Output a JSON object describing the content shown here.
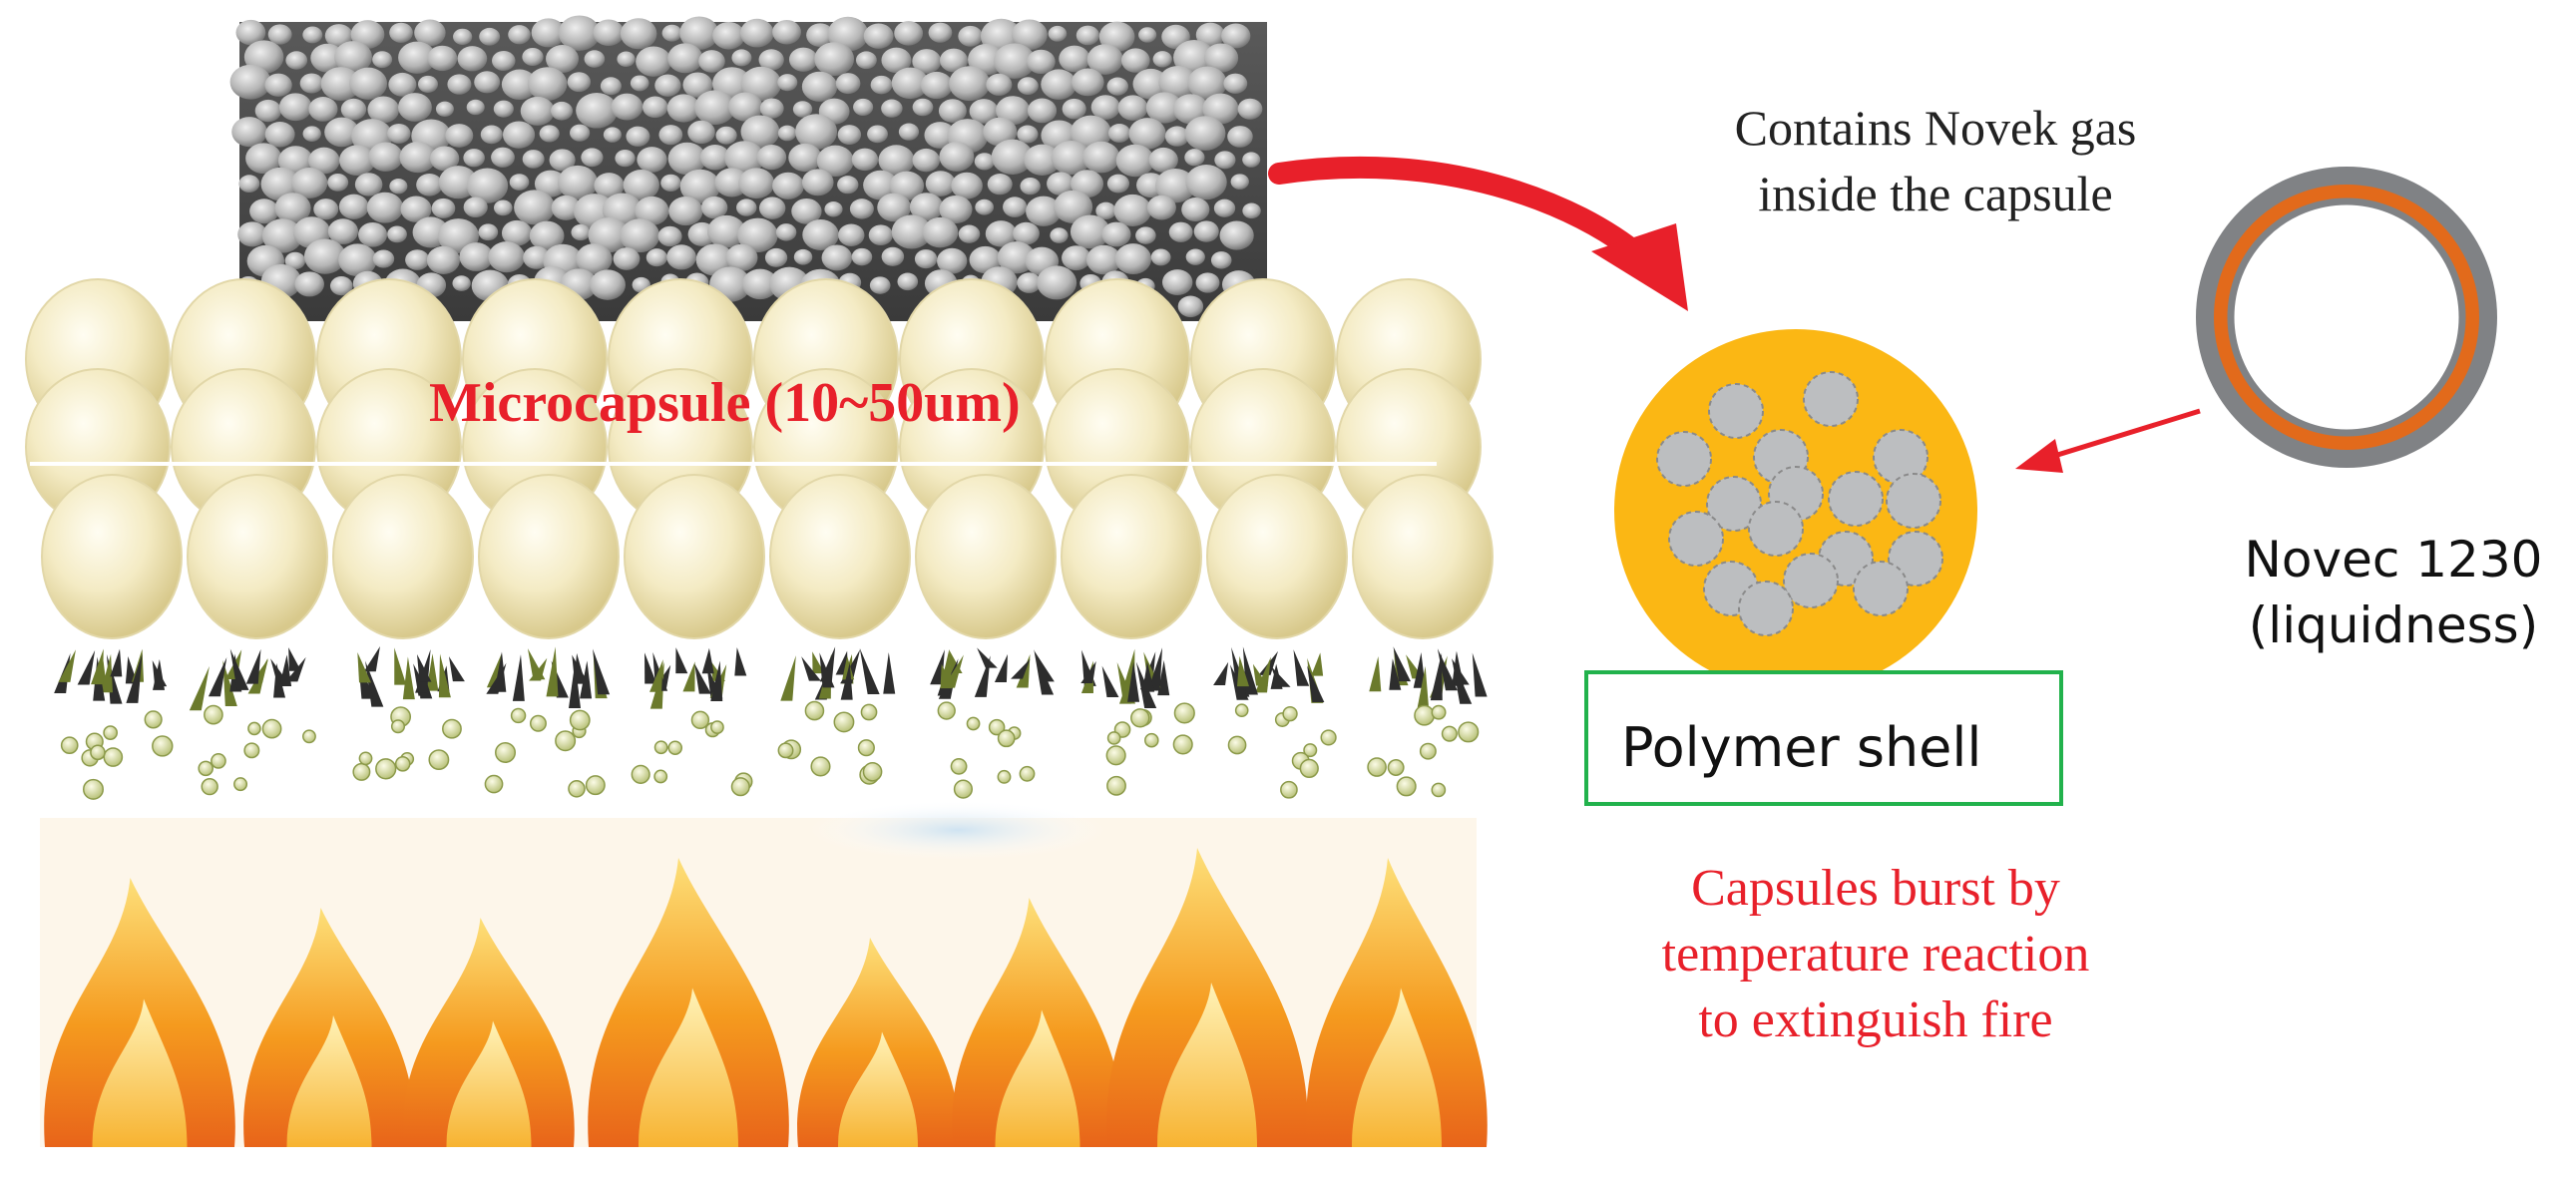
{
  "labels": {
    "microcapsule": "Microcapsule  (10~50um)",
    "contains_line1": "Contains Novek gas",
    "contains_line2": "inside the capsule",
    "polymer_shell": "Polymer  shell",
    "novec_line1": "Novec 1230",
    "novec_line2": "(liquidness)",
    "burst_line1": "Capsules burst by",
    "burst_line2": "temperature reaction",
    "burst_line3": "to extinguish fire"
  },
  "colors": {
    "red_text": "#e8202a",
    "arrow_red": "#e8202a",
    "capsule_core": "#fbb714",
    "droplet": "#bcbec0",
    "ring_outer": "#808285",
    "ring_inner": "#e26a1b",
    "box_border": "#22b24c",
    "capsule_cream": "#f4ebc4"
  }
}
